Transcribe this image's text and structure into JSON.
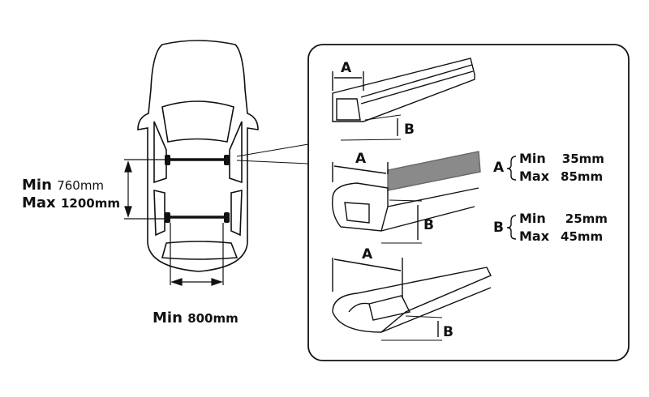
{
  "spacing": {
    "min_label": "Min",
    "min_value": "760mm",
    "max_label": "Max",
    "max_value": "1200mm"
  },
  "width": {
    "min_label": "Min",
    "min_value": "800mm"
  },
  "profile_labels": {
    "a": "A",
    "b": "B"
  },
  "spec_a": {
    "letter": "A",
    "min_label": "Min",
    "min_value": "35mm",
    "max_label": "Max",
    "max_value": "85mm"
  },
  "spec_b": {
    "letter": "B",
    "min_label": "Min",
    "min_value": "25mm",
    "max_label": "Max",
    "max_value": "45mm"
  }
}
